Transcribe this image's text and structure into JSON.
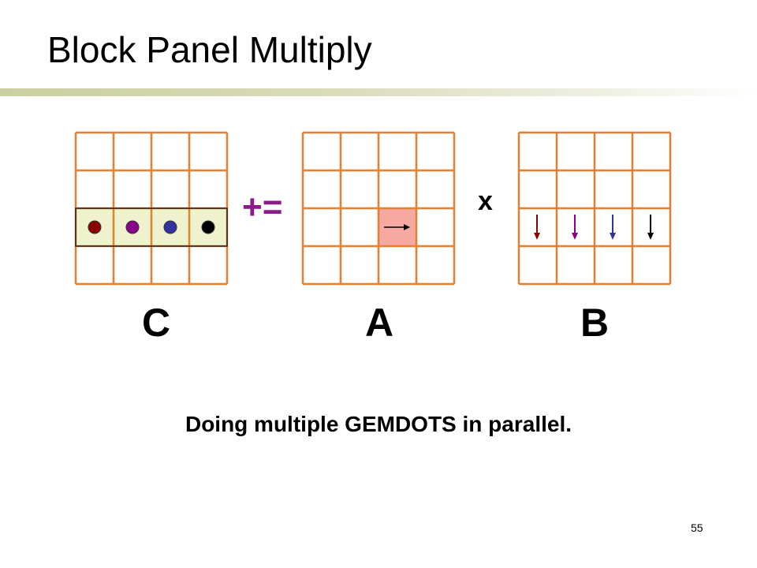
{
  "slide": {
    "title": "Block Panel Multiply",
    "caption": "Doing multiple GEMDOTS in parallel.",
    "page_number": "55"
  },
  "diagram": {
    "matrices": [
      {
        "id": "C",
        "label": "C",
        "rows": 4,
        "cols": 4,
        "highlight_row": 2
      },
      {
        "id": "A",
        "label": "A",
        "rows": 4,
        "cols": 4,
        "highlight_cell": [
          2,
          2
        ]
      },
      {
        "id": "B",
        "label": "B",
        "rows": 4,
        "cols": 4
      }
    ],
    "operators": {
      "accumulate": "+=",
      "multiply": "x"
    },
    "colors": {
      "grid_line": "#e57f2d",
      "row_highlight": "#eef3cd",
      "row_highlight_border": "#222222",
      "cell_highlight": "#f7a9a1",
      "operator_accumulate": "#8b1a8b",
      "operator_multiply": "#000000",
      "series": [
        "#8b0000",
        "#8b008b",
        "#3333a0",
        "#000000"
      ]
    }
  }
}
